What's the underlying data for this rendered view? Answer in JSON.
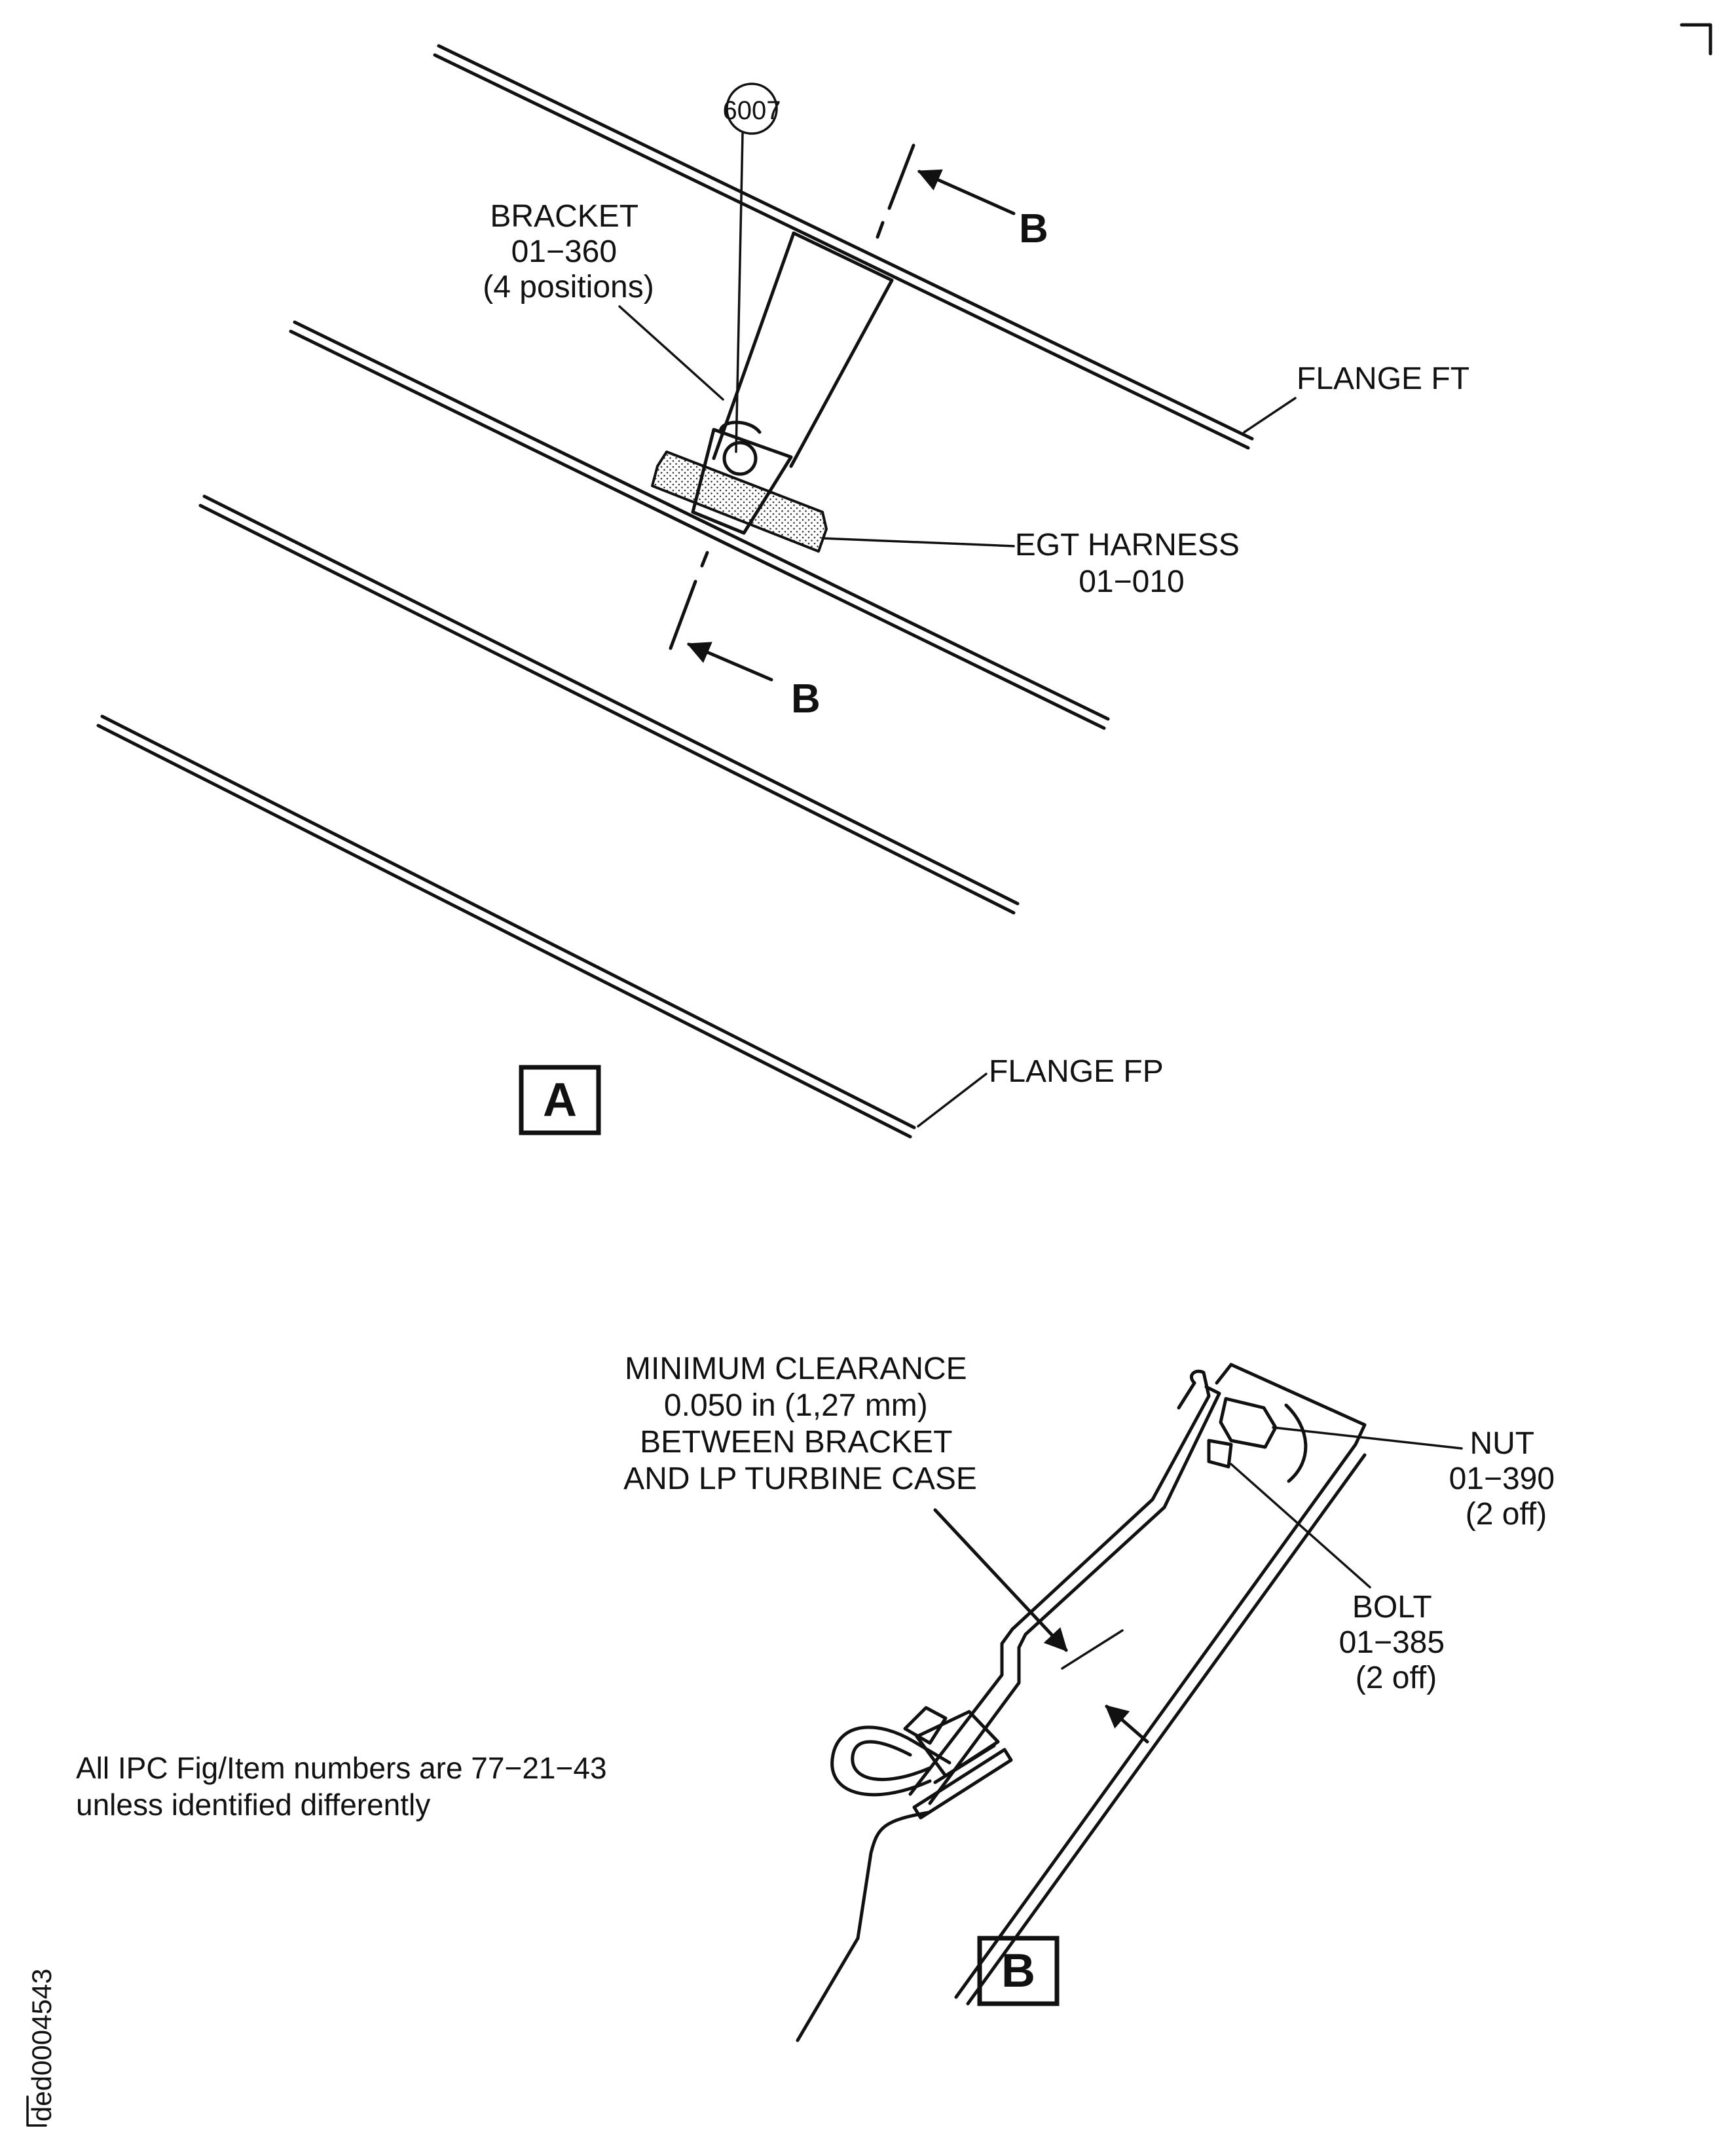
{
  "view_a": {
    "view_letter": "A",
    "callout": "6007",
    "section_marker_top": "B",
    "section_marker_bottom": "B",
    "bracket": {
      "line1": "BRACKET",
      "line2": "01−360",
      "line3": "(4 positions)"
    },
    "flange_ft": "FLANGE FT",
    "flange_fp": "FLANGE FP",
    "harness": {
      "line1": "EGT HARNESS",
      "line2": "01−010"
    }
  },
  "view_b": {
    "view_letter": "B",
    "clearance": {
      "line1": "MINIMUM CLEARANCE",
      "line2": "0.050 in (1,27 mm)",
      "line3": "BETWEEN BRACKET",
      "line4": "AND LP TURBINE CASE"
    },
    "nut": {
      "line1": "NUT",
      "line2": "01−390",
      "line3": "(2 off)"
    },
    "bolt": {
      "line1": "BOLT",
      "line2": "01−385",
      "line3": "(2 off)"
    }
  },
  "footnote": {
    "line1": "All IPC Fig/Item numbers are 77−21−43",
    "line2": "unless identified differently"
  },
  "drawing_id": "ded0004543"
}
